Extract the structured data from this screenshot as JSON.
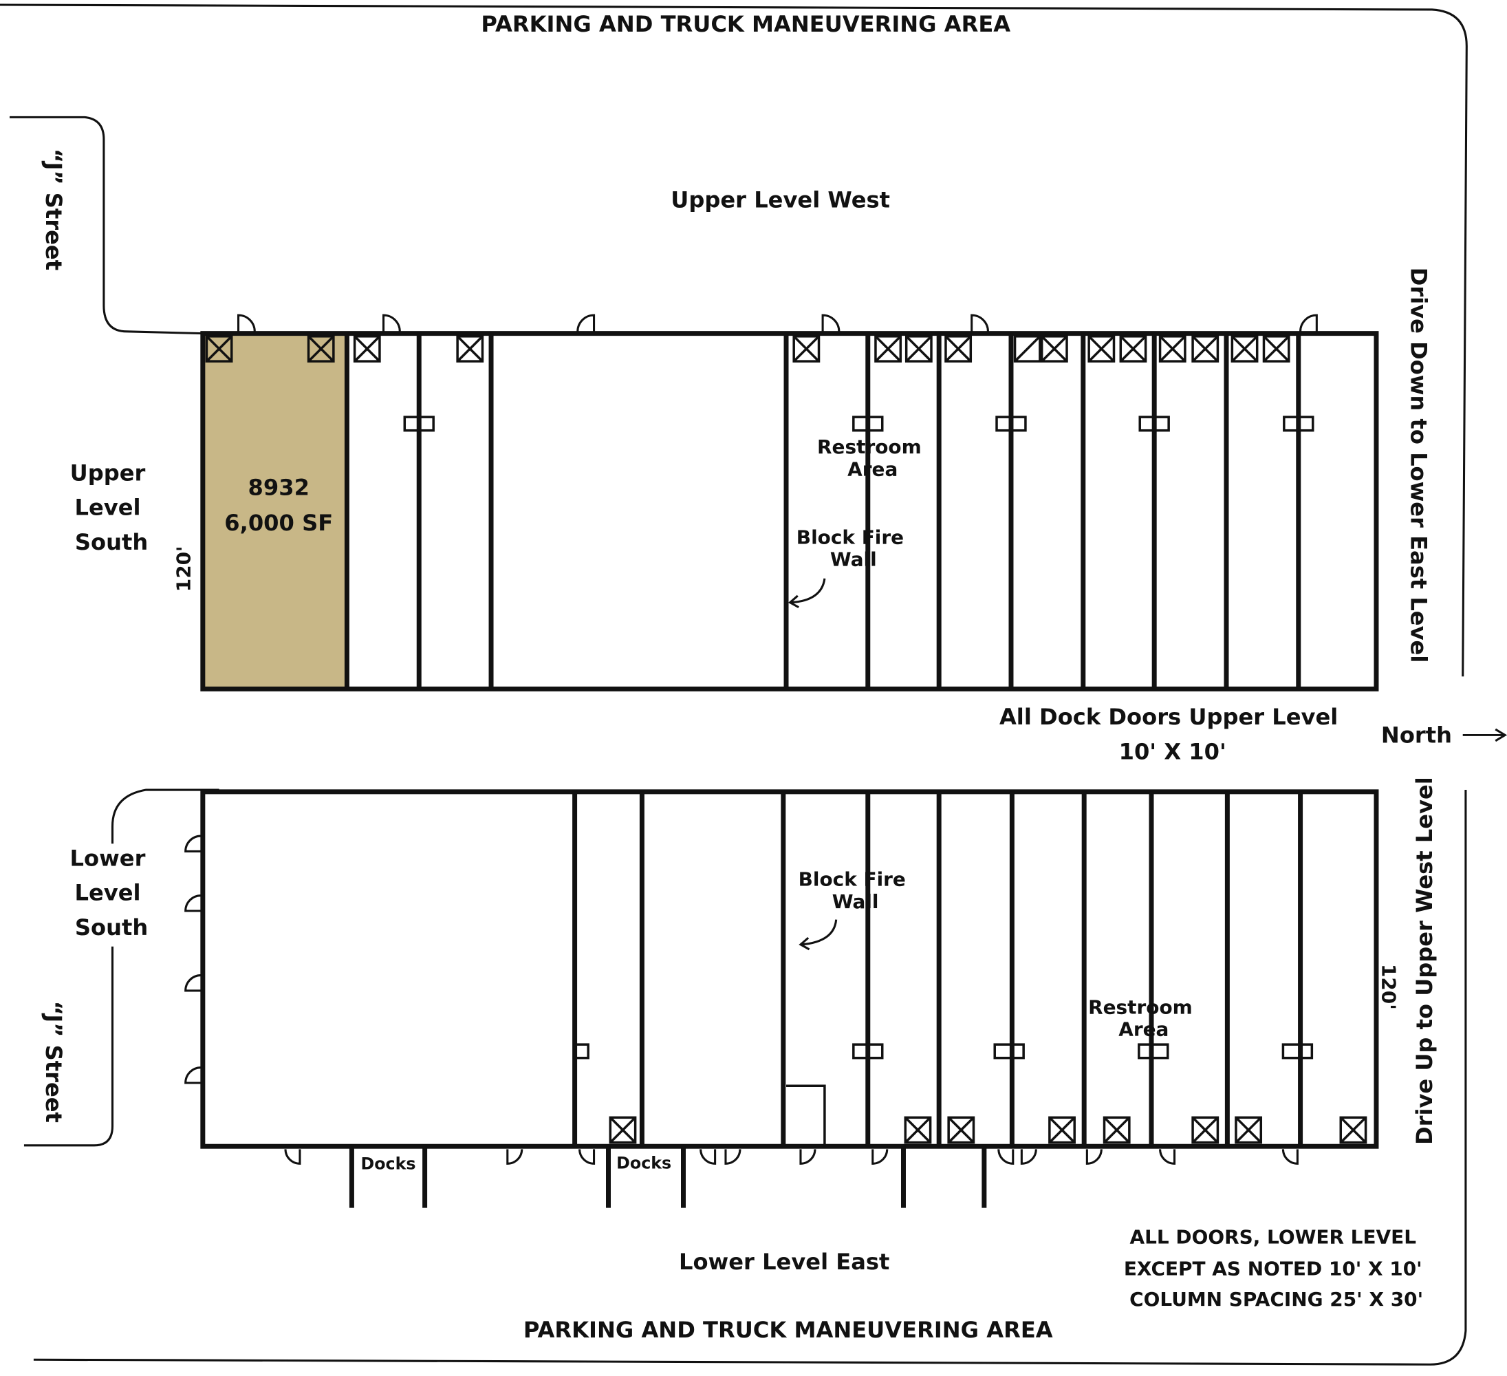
{
  "labels": {
    "top_area": "PARKING AND TRUCK MANEUVERING AREA",
    "bottom_area": "PARKING AND TRUCK MANEUVERING AREA",
    "upper_west": "Upper Level West",
    "upper_south": [
      "Upper",
      "Level",
      "South"
    ],
    "lower_south": [
      "Lower",
      "Level",
      "South"
    ],
    "lower_east": "Lower Level East",
    "j_street_upper": "“J” Street",
    "j_street_lower": "“J” Street",
    "drive_down": "Drive Down to Lower East Level",
    "drive_up": "Drive Up to Upper West Level",
    "dock_doors_note": [
      "All Dock Doors Upper Level",
      "10' X 10'"
    ],
    "north": "North",
    "dim_upper": "120'",
    "dim_lower": "120'",
    "restroom_upper": [
      "Restroom",
      "Area"
    ],
    "restroom_lower": [
      "Restroom",
      "Area"
    ],
    "firewall_upper": [
      "Block Fire",
      "Wall"
    ],
    "firewall_lower": [
      "Block Fire",
      "Wall"
    ],
    "docks_1": "Docks",
    "docks_2": "Docks",
    "notes": [
      "ALL DOORS, LOWER LEVEL",
      "EXCEPT AS NOTED 10' X 10'",
      "COLUMN SPACING 25' X 30'"
    ]
  },
  "unit": {
    "number": "8932",
    "size": "6,000 SF",
    "color": "#c8b787"
  }
}
